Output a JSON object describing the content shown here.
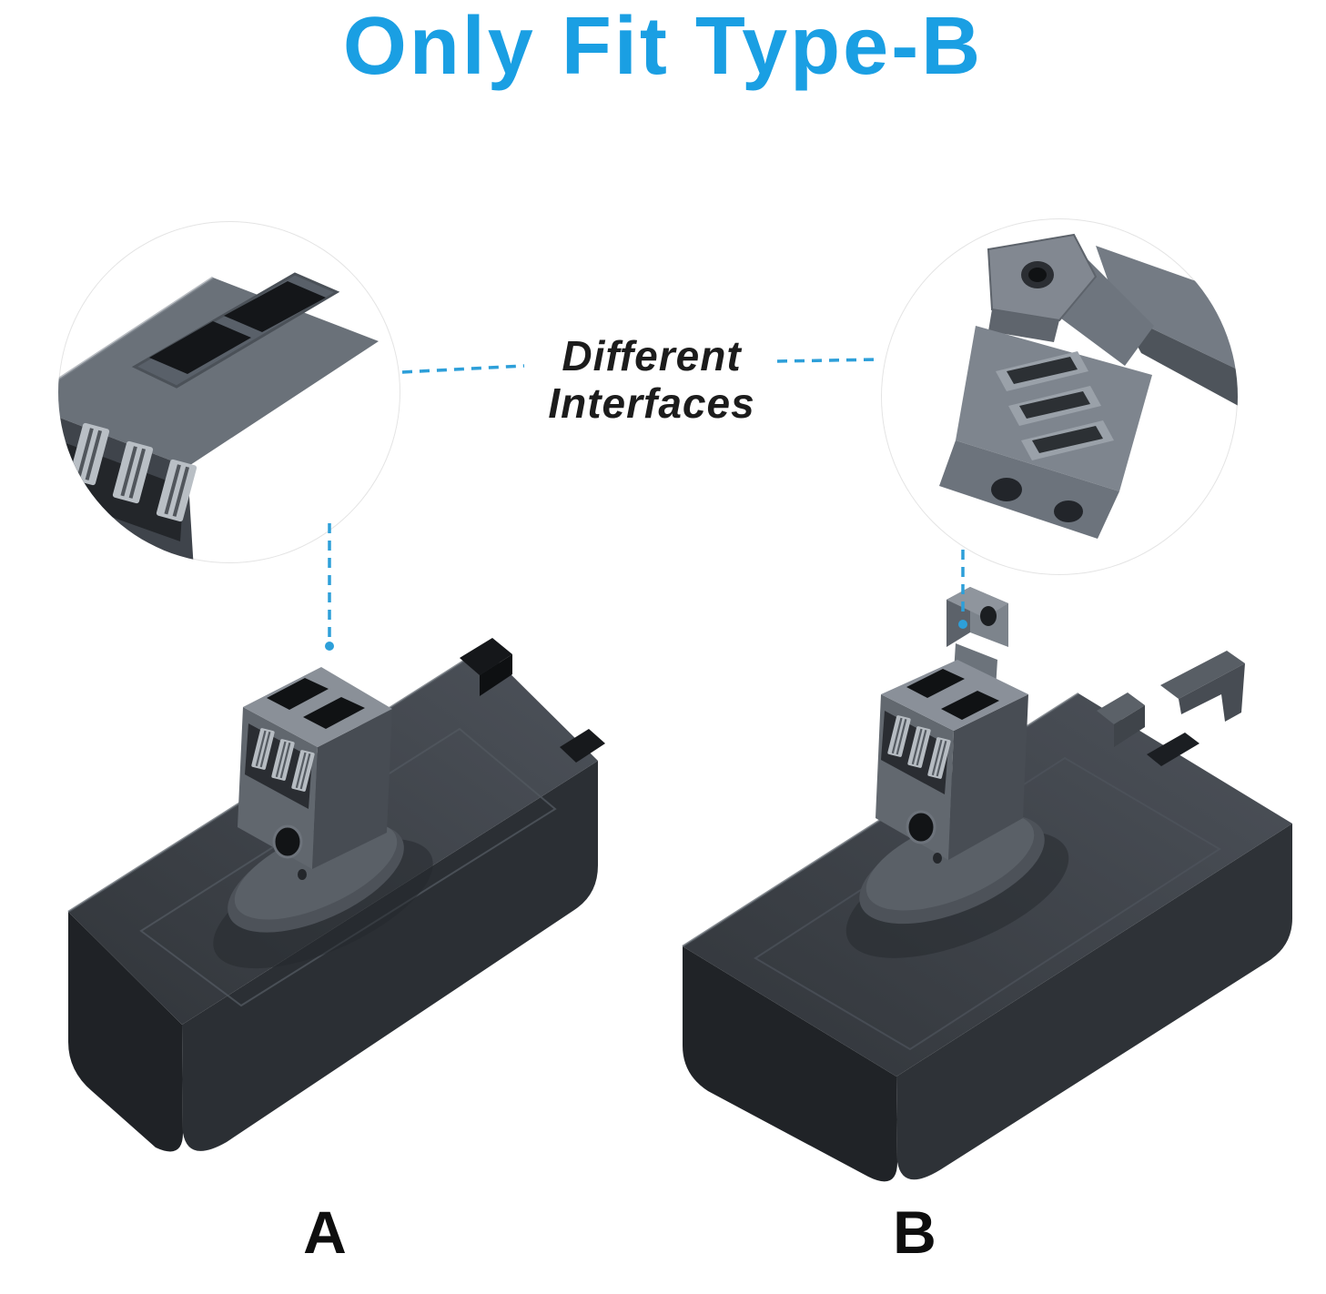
{
  "title": "Only Fit Type-B",
  "annotation": {
    "line1": "Different",
    "line2": "Interfaces"
  },
  "products": [
    {
      "label": "A"
    },
    {
      "label": "B"
    }
  ],
  "colors": {
    "title_blue": "#1a9fe3",
    "dashed_line_blue": "#2d9fd9",
    "annotation_black": "#1c1c1c",
    "label_black": "#0e0e0e",
    "battery_body_dark": "#2b2f34",
    "battery_top_gray": "#3f444a",
    "connector_gray": "#6b727a",
    "metal_contact": "#b6bcc2"
  }
}
